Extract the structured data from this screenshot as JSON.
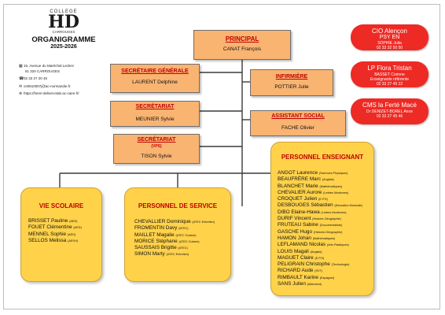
{
  "school": {
    "label": "COLLEGE",
    "monogram": "HD",
    "town": "CARROUGES",
    "title": "ORGANIGRAMME",
    "year": "2025-2026",
    "address": "15, Avenue du Maréchal Leclerc",
    "postcode": "61 320 CARROUGES",
    "phone": "02 33 27 20 45",
    "email": "ce0610007j@ac-normandie.fr",
    "website": "https://henri-delivet.etab.ac-caen.fr/"
  },
  "boxes": {
    "principal": {
      "title": "PRINCIPAL",
      "name": "CANAT François"
    },
    "secretaire_generale": {
      "title": "SECRÉTAIRE GÉNÉRALE",
      "name": "LAURENT Delphine"
    },
    "infirmiere": {
      "title": "INFIRMIÈRE",
      "name": "POTTIER Julie"
    },
    "secretariat1": {
      "title": "SECRÉTARIAT",
      "name": "MEUNIER Sylvie"
    },
    "assistant_social": {
      "title": "ASSISTANT SOCIAL",
      "name": "FACHE Olivier"
    },
    "secretariat2": {
      "title": "SECRÉTARIAT",
      "sub": "(VPS)",
      "name": "TISON Sylvie"
    }
  },
  "partners": [
    {
      "title": "CIO Alençon",
      "sub": "PSY EN",
      "name": "SOPHIE Julia",
      "phone": "02 33 32 50 50"
    },
    {
      "title": "LP Flora Tristan",
      "name": "BASSET Corinne",
      "role": "Enseignante référente",
      "phone": "02 33 27 45 22"
    },
    {
      "title": "CMS la Ferté Macé",
      "name": "Dr DENIZET-BOREL Anne",
      "phone": "02 33 27 45 46"
    }
  ],
  "vie_scolaire": {
    "title": "VIE SCOLAIRE",
    "members": [
      {
        "name": "BRISSET Pauline",
        "detail": "(AED)"
      },
      {
        "name": "FOUET Clémentine",
        "detail": "(AED)"
      },
      {
        "name": "MENNEL Sophie",
        "detail": "(AED)"
      },
      {
        "name": "SELLOS Melissa",
        "detail": "(AESH)"
      }
    ]
  },
  "personnel_service": {
    "title": "PERSONNEL DE SERVICE",
    "members": [
      {
        "name": "CHEVALLIER Dominique",
        "detail": "(ATEC Entretien)"
      },
      {
        "name": "FROMENTIN Davy",
        "detail": "(ATEC)"
      },
      {
        "name": "MAILLET Magalie",
        "detail": "(ATEC Cuisine)"
      },
      {
        "name": "MORICE Stéphane",
        "detail": "(ATEC Cuisine)"
      },
      {
        "name": "SAUSSAIS Brigitte",
        "detail": "(ATEC)"
      },
      {
        "name": "SIMON Marty",
        "detail": "(ATEC Entretien)"
      }
    ]
  },
  "personnel_enseignant": {
    "title": "PERSONNEL ENSEIGNANT",
    "members": [
      {
        "name": "ANGOT Laurence",
        "detail": "(Sciences Physiques)"
      },
      {
        "name": "BEAUFRÈRE Marc",
        "detail": "(Anglais)"
      },
      {
        "name": "BLANCHET Marie",
        "detail": "(Mathématiques)"
      },
      {
        "name": "CHEVALIER Aurore",
        "detail": "(Lettres Modernes)"
      },
      {
        "name": "CROQUET Julien",
        "detail": "(E.P.S)"
      },
      {
        "name": "DESBOUGES Sébastien",
        "detail": "(Education Musicale)"
      },
      {
        "name": "DIBO Elaine-Hawa",
        "detail": "(Lettres Modernes)"
      },
      {
        "name": "DURIF Vincent",
        "detail": "(Histoire-Géographie)"
      },
      {
        "name": "FRUTEAU Sabine",
        "detail": "(Documentaliste)"
      },
      {
        "name": "GASCHE Hugo",
        "detail": "(Histoire-Géographie)"
      },
      {
        "name": "HAMON Johan",
        "detail": "(Mathématiques)"
      },
      {
        "name": "LEFLAMAND Nicolas",
        "detail": "(Arts Plastiques)"
      },
      {
        "name": "LOUIS Magali",
        "detail": "(Anglais)"
      },
      {
        "name": "MAGUET Claire",
        "detail": "(E.P.S)"
      },
      {
        "name": "PELIGRAIN Christophe",
        "detail": "(Technologie)"
      },
      {
        "name": "RICHARD Aude",
        "detail": "(SVT)"
      },
      {
        "name": "RIMBAULT Karine",
        "detail": "(Espagnol)"
      },
      {
        "name": "SANS Julien",
        "detail": "(Allemand)"
      }
    ]
  },
  "colors": {
    "box_fill": "#f9b471",
    "title_red": "#c00000",
    "group_fill": "#ffd24a",
    "partner_fill": "#ee2a24",
    "connector": "#3a3a3a"
  }
}
